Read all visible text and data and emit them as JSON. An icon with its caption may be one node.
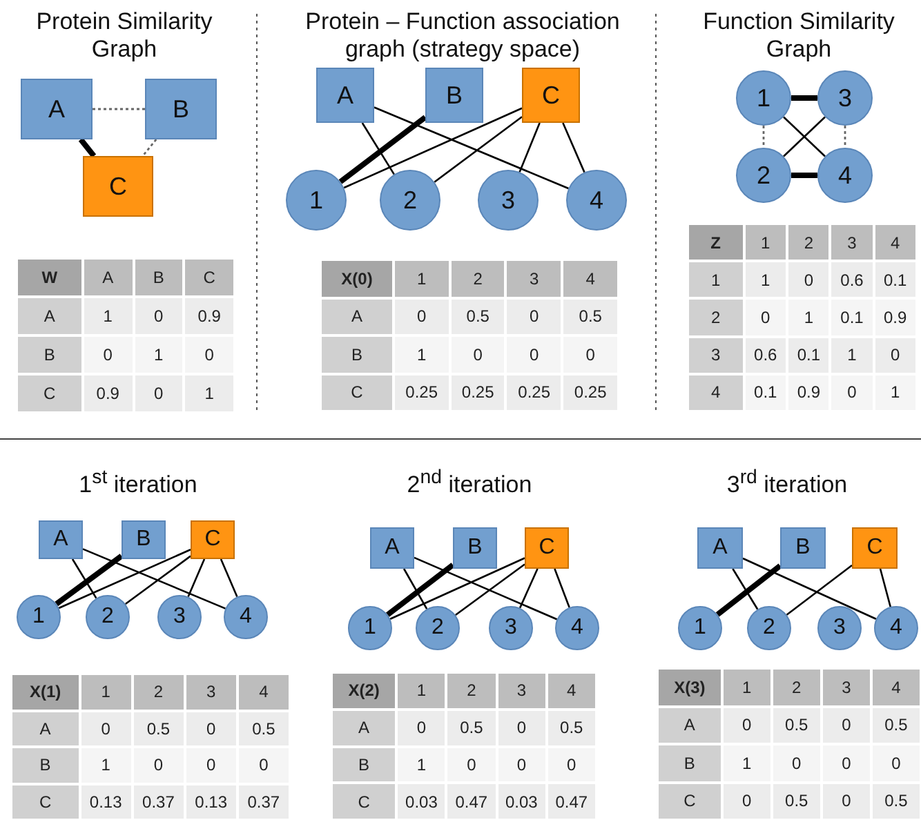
{
  "diagram": {
    "nodes": [
      {
        "text": [
          "A"
        ]
      },
      {
        "text": [
          "B"
        ]
      },
      {
        "text": [
          "C"
        ]
      },
      {
        "text": [
          "A"
        ]
      },
      {
        "text": [
          "B"
        ]
      },
      {
        "text": [
          "C"
        ]
      },
      {
        "text": [
          "1"
        ]
      },
      {
        "text": [
          "2"
        ]
      },
      {
        "text": [
          "3"
        ]
      },
      {
        "text": [
          "4"
        ]
      },
      {
        "text": [
          "1"
        ]
      },
      {
        "text": [
          "3"
        ]
      },
      {
        "text": [
          "2"
        ]
      },
      {
        "text": [
          "4"
        ]
      },
      {
        "text": [
          "A"
        ]
      },
      {
        "text": [
          "B"
        ]
      },
      {
        "text": [
          "C"
        ]
      },
      {
        "text": [
          "1"
        ]
      },
      {
        "text": [
          "2"
        ]
      },
      {
        "text": [
          "3"
        ]
      },
      {
        "text": [
          "4"
        ]
      },
      {
        "text": [
          "A"
        ]
      },
      {
        "text": [
          "B"
        ]
      },
      {
        "text": [
          "C"
        ]
      },
      {
        "text": [
          "1"
        ]
      },
      {
        "text": [
          "2"
        ]
      },
      {
        "text": [
          "3"
        ]
      },
      {
        "text": [
          "4"
        ]
      },
      {
        "text": [
          "A"
        ]
      },
      {
        "text": [
          "B"
        ]
      },
      {
        "text": [
          "C"
        ]
      },
      {
        "text": [
          "1"
        ]
      },
      {
        "text": [
          "2"
        ]
      },
      {
        "text": [
          "3"
        ]
      },
      {
        "text": [
          "4"
        ]
      }
    ],
    "edges": [
      {
        "from": 0,
        "to": 1,
        "arrow": "none",
        "style": "dashed",
        "color": "#666666"
      },
      {
        "from": 1,
        "to": 2,
        "arrow": "none",
        "style": "dashed",
        "color": "#666666"
      },
      {
        "from": 0,
        "to": 2,
        "arrow": "none",
        "style": "thick"
      },
      {
        "from": 3,
        "to": 7,
        "arrow": "none"
      },
      {
        "from": 3,
        "to": 9,
        "arrow": "none"
      },
      {
        "from": 4,
        "to": 6,
        "arrow": "none",
        "style": "thick"
      },
      {
        "from": 5,
        "to": 6,
        "arrow": "none"
      },
      {
        "from": 5,
        "to": 7,
        "arrow": "none"
      },
      {
        "from": 5,
        "to": 8,
        "arrow": "none"
      },
      {
        "from": 5,
        "to": 9,
        "arrow": "none"
      },
      {
        "from": 10,
        "to": 11,
        "arrow": "none",
        "style": "thick"
      },
      {
        "from": 12,
        "to": 13,
        "arrow": "none",
        "style": "thick"
      },
      {
        "from": 10,
        "to": 12,
        "arrow": "none",
        "style": "dashed",
        "color": "#666666"
      },
      {
        "from": 11,
        "to": 13,
        "arrow": "none",
        "style": "dashed",
        "color": "#666666"
      },
      {
        "from": 10,
        "to": 13,
        "arrow": "none"
      },
      {
        "from": 11,
        "to": 12,
        "arrow": "none"
      },
      {
        "from": 14,
        "to": 18,
        "arrow": "none"
      },
      {
        "from": 14,
        "to": 20,
        "arrow": "none"
      },
      {
        "from": 15,
        "to": 17,
        "arrow": "none",
        "style": "thick"
      },
      {
        "from": 16,
        "to": 17,
        "arrow": "none"
      },
      {
        "from": 16,
        "to": 18,
        "arrow": "none"
      },
      {
        "from": 16,
        "to": 19,
        "arrow": "none"
      },
      {
        "from": 16,
        "to": 20,
        "arrow": "none"
      },
      {
        "from": 21,
        "to": 25,
        "arrow": "none"
      },
      {
        "from": 21,
        "to": 27,
        "arrow": "none"
      },
      {
        "from": 22,
        "to": 24,
        "arrow": "none",
        "style": "thick"
      },
      {
        "from": 23,
        "to": 24,
        "arrow": "none"
      },
      {
        "from": 23,
        "to": 25,
        "arrow": "none"
      },
      {
        "from": 23,
        "to": 26,
        "arrow": "none"
      },
      {
        "from": 23,
        "to": 27,
        "arrow": "none"
      },
      {
        "from": 28,
        "to": 32,
        "arrow": "none"
      },
      {
        "from": 28,
        "to": 34,
        "arrow": "none"
      },
      {
        "from": 29,
        "to": 31,
        "arrow": "none",
        "style": "thick"
      },
      {
        "from": 30,
        "to": 32,
        "arrow": "none"
      },
      {
        "from": 30,
        "to": 34,
        "arrow": "none"
      }
    ],
    "labels": [
      "Protein Similarity Graph",
      "W",
      "A",
      "B",
      "C",
      "A",
      "1",
      "0",
      "0.9",
      "B",
      "0",
      "1",
      "0",
      "C",
      "0.9",
      "0",
      "1",
      "Protein – Function association graph (strategy space)",
      "X(0)",
      "1",
      "2",
      "3",
      "4",
      "A",
      "0",
      "0.5",
      "0",
      "0.5",
      "B",
      "1",
      "0",
      "0",
      "0",
      "C",
      "0.25",
      "0.25",
      "0.25",
      "0.25",
      "Function Similarity Graph",
      "Z",
      "1",
      "2",
      "3",
      "4",
      "1",
      "1",
      "0",
      "0.6",
      "0.1",
      "2",
      "0",
      "1",
      "0.1",
      "0.9",
      "3",
      "0.6",
      "0.1",
      "1",
      "0",
      "4",
      "0.1",
      "0.9",
      "0",
      "1",
      "1$^{st}$ iteration",
      "X(1)",
      "1",
      "2",
      "3",
      "4",
      "A",
      "0",
      "0.5",
      "0",
      "0.5",
      "B",
      "1",
      "0",
      "0",
      "0",
      "C",
      "0.13",
      "0.37",
      "0.13",
      "0.37",
      "2$^{nd}$ iteration",
      "X(2)",
      "1",
      "2",
      "3",
      "4",
      "A",
      "0",
      "0.5",
      "0",
      "0.5",
      "B",
      "1",
      "0",
      "0",
      "0",
      "C",
      "0.03",
      "0.47",
      "0.03",
      "0.47",
      "3$^{rd}$ iteration",
      "X(3)",
      "1",
      "2",
      "3",
      "4",
      "A",
      "0",
      "0.5",
      "0",
      "0.5",
      "B",
      "1",
      "0",
      "0",
      "0",
      "C",
      "0",
      "0.5",
      "0",
      "0.5"
    ]
  }
}
